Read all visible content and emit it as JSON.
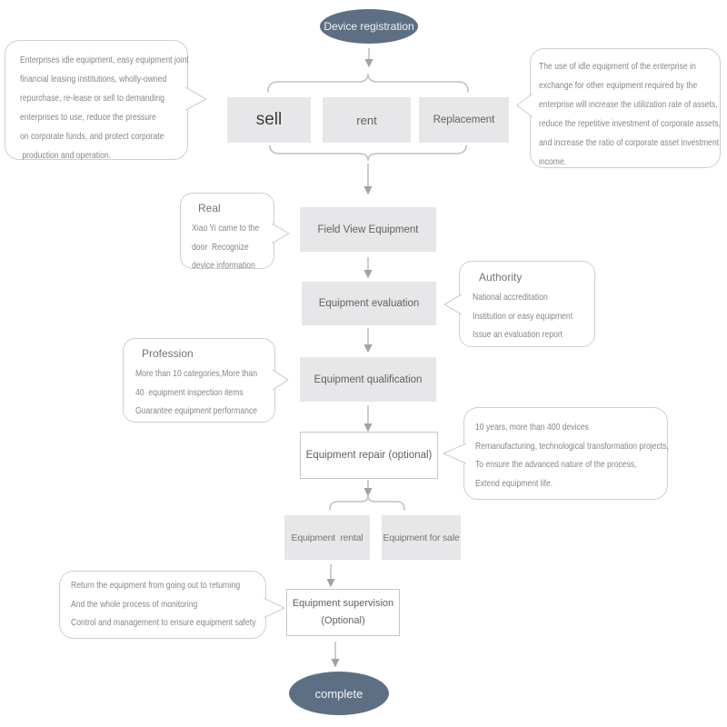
{
  "colors": {
    "terminal_fill": "#5d7083",
    "terminal_text": "#f2f4f6",
    "box_fill": "#e7e7e9",
    "box_text": "#616161",
    "sell_text": "#3c3c3c",
    "outline_box_border": "#c6c6c6",
    "callout_border": "#cfcfcf",
    "callout_text": "#868686",
    "connector": "#b2b2b2"
  },
  "nodes": {
    "start": "Device registration",
    "end": "complete"
  },
  "options": {
    "sell": "sell",
    "rent": "rent",
    "replacement": "Replacement"
  },
  "steps": {
    "field_view": "Field View Equipment",
    "evaluation": "Equipment evaluation",
    "qualification": "Equipment qualification",
    "repair": "Equipment repair (optional)"
  },
  "outcomes": {
    "rental": "Equipment  rental",
    "sale": "Equipment for sale"
  },
  "supervision": {
    "line1": "Equipment supervision",
    "line2": "(Optional)"
  },
  "callouts": {
    "idle": {
      "lines": [
        "Enterprises idle equipment, easy equipment joint",
        "financial leasing institutions, wholly-owned",
        "repurchase, re-lease or sell to demanding",
        "enterprises to use, reduce the pressure",
        "on corporate funds, and protect corporate",
        " production and operation."
      ]
    },
    "benefit": {
      "lines": [
        "The use of idle equipment of the enterprise in",
        "exchange for other equipment required by the",
        "enterprise will increase the utilization rate of assets,",
        "reduce the repetitive investment of corporate assets,",
        "and increase the ratio of corporate asset investment",
        "income."
      ]
    },
    "real": {
      "title": "Real",
      "lines": [
        "Xiao Yi came to the",
        "door  Recognize",
        "device information"
      ]
    },
    "authority": {
      "title": "Authority",
      "lines": [
        "National accreditation",
        "Institution or easy equipment",
        "Issue an evaluation report"
      ]
    },
    "profession": {
      "title": "Profession",
      "lines": [
        "More than 10 categories,More than",
        "40  equipment inspection items",
        "Guarantee equipment performance"
      ]
    },
    "repair_info": {
      "lines": [
        "10 years, more than 400 devices",
        "Remanufacturing, technological transformation projects,",
        "To ensure the advanced nature of the process,",
        "Extend equipment life."
      ]
    },
    "monitor": {
      "lines": [
        "Return the equipment from going out to returning",
        "And the whole process of monitoring",
        "Control and management to ensure equipment safety"
      ]
    }
  }
}
